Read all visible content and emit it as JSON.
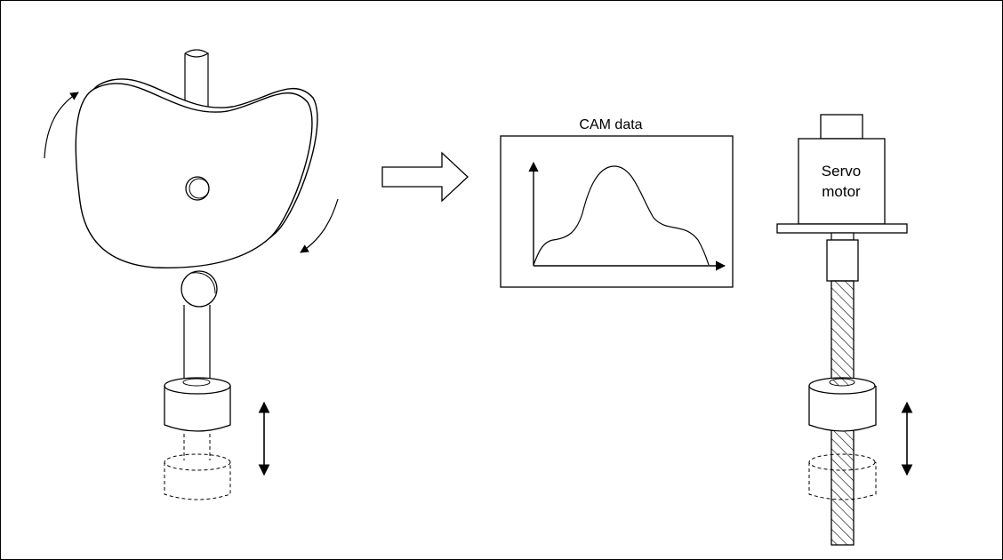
{
  "cam_data_box": {
    "title": "CAM data"
  },
  "servo_motor": {
    "label_line1": "Servo",
    "label_line2": "motor"
  },
  "colors": {
    "stroke": "#000000",
    "background": "#ffffff"
  },
  "icons": {
    "rotation_arrows": "curved-rotation-arrow-icon",
    "flow_arrow": "hollow-right-arrow-icon",
    "motion_arrows": "double-headed-vertical-arrow-icon"
  }
}
